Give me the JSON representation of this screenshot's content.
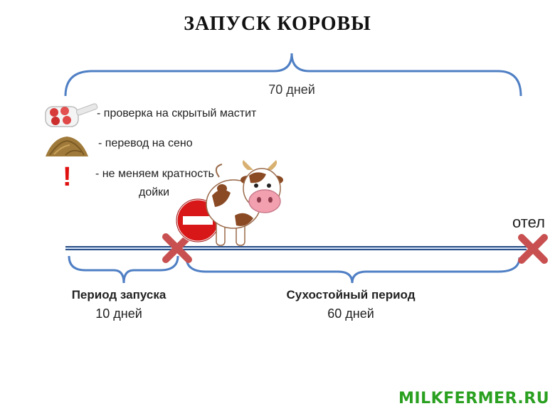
{
  "title": "ЗАПУСК КОРОВЫ",
  "total_period": "70 дней",
  "legend": [
    {
      "icon": "mastitis-test-paddle-icon",
      "text": "- проверка на скрытый мастит"
    },
    {
      "icon": "hay-icon",
      "text": "- перевод на сено"
    },
    {
      "icon": "exclamation-icon",
      "symbol": "!",
      "text_line1": "- не меняем кратность",
      "text_line2": "дойки"
    }
  ],
  "timeline": {
    "calving_label": "отел",
    "periods": [
      {
        "title": "Период запуска",
        "days": "10 дней"
      },
      {
        "title": "Сухостойный период",
        "days": "60 дней"
      }
    ]
  },
  "brand": "MILKFERMER.RU",
  "colors": {
    "brace": "#4f7fc4",
    "line": "#2a4f88",
    "cross": "#c85050",
    "stop_sign": "#d81818",
    "brand": "#2aa020",
    "warning": "#e01010"
  }
}
